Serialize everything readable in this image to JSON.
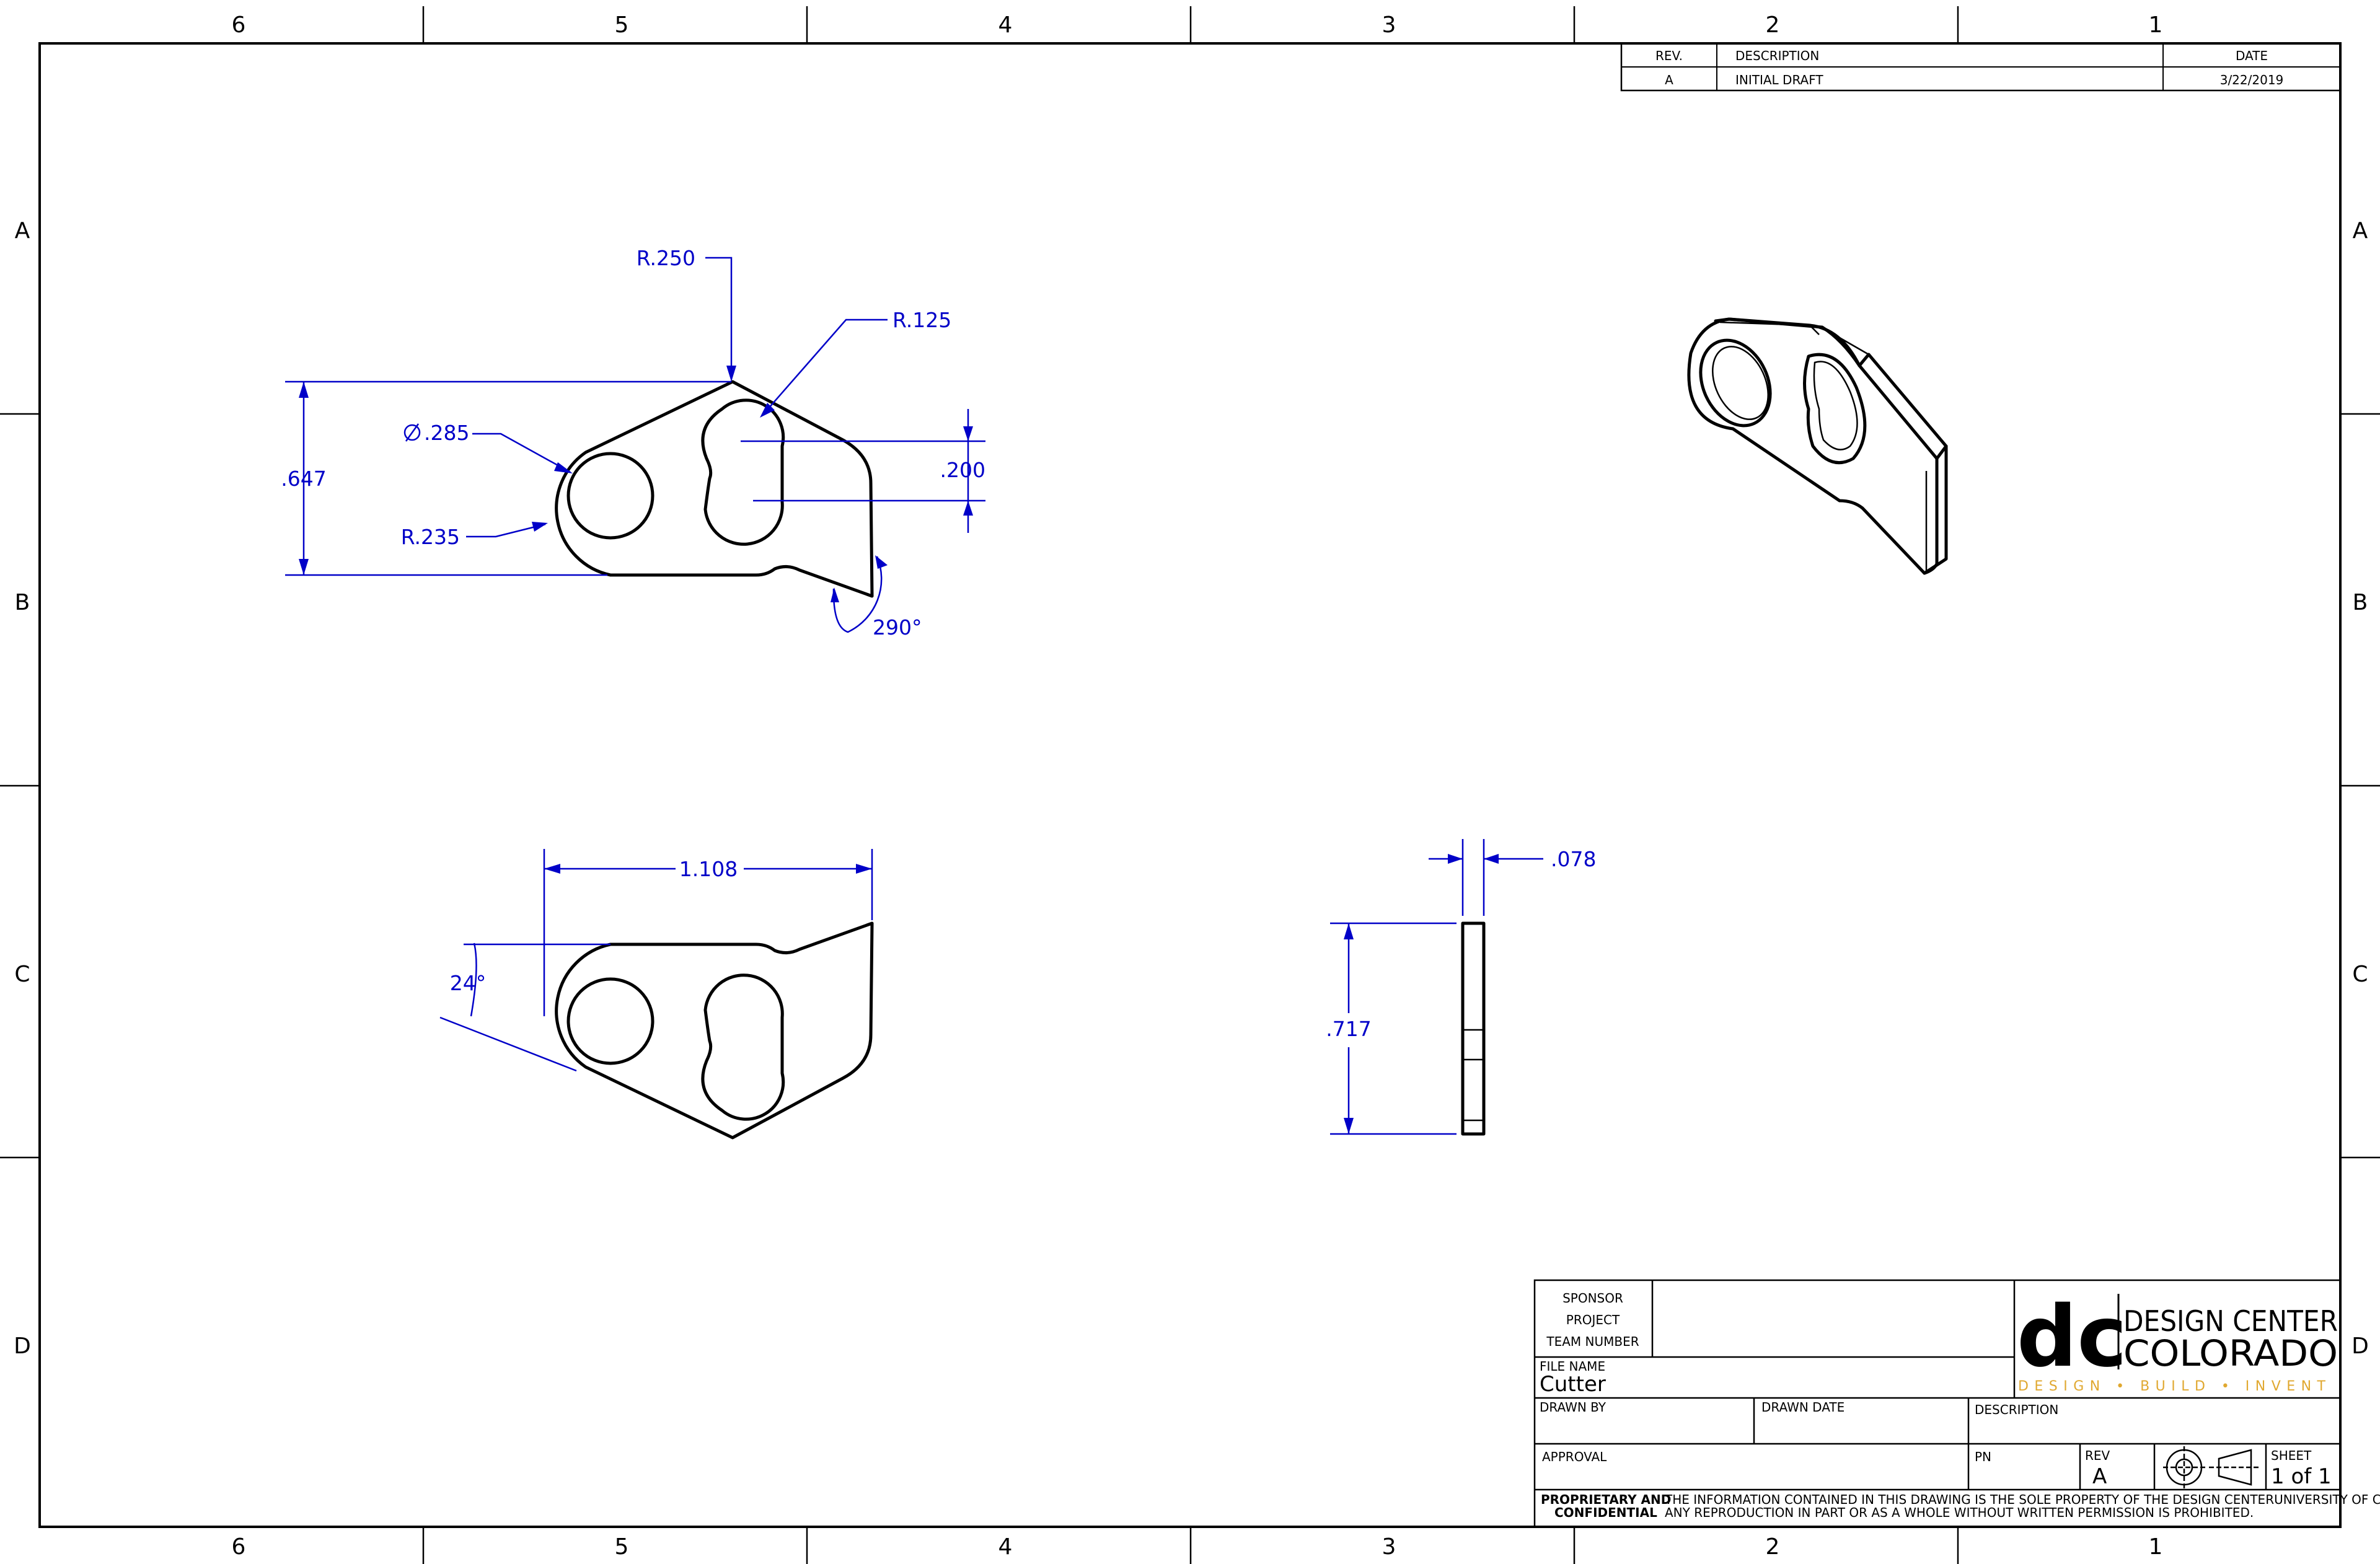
{
  "zones": {
    "columns": [
      "6",
      "5",
      "4",
      "3",
      "2",
      "1"
    ],
    "rows": [
      "A",
      "B",
      "C",
      "D"
    ]
  },
  "revision_block": {
    "headers": {
      "rev": "REV.",
      "description": "DESCRIPTION",
      "date": "DATE"
    },
    "rows": [
      {
        "rev": "A",
        "description": "INITIAL DRAFT",
        "date": "3/22/2019"
      }
    ]
  },
  "dimensions": {
    "top_view": {
      "r250": "R.250",
      "r125": "R.125",
      "dia285": ".285",
      "h647": ".647",
      "r235": "R.235",
      "d200": ".200",
      "ang290": "290°"
    },
    "front_view": {
      "w1108": "1.108",
      "ang24": "24°"
    },
    "side_view": {
      "t078": ".078",
      "h717": ".717"
    }
  },
  "title_block": {
    "sponsor_label": "SPONSOR",
    "project_label": "PROJECT",
    "team_number_label": "TEAM NUMBER",
    "file_name_label": "FILE NAME",
    "file_name_value": "Cutter",
    "drawn_by_label": "DRAWN BY",
    "drawn_date_label": "DRAWN DATE",
    "description_label": "DESCRIPTION",
    "approval_label": "APPROVAL",
    "pn_label": "PN",
    "rev_label": "REV",
    "rev_value": "A",
    "sheet_label": "SHEET",
    "sheet_value": "1 of 1",
    "proprietary_line1": "PROPRIETARY AND",
    "proprietary_line2": "CONFIDENTIAL",
    "notice_line1": "THE INFORMATION CONTAINED IN THIS DRAWING IS THE SOLE PROPERTY OF THE DESIGN CENTERUNIVERSITY OF COLORADO.",
    "notice_line2": "ANY REPRODUCTION IN PART OR AS A WHOLE WITHOUT WRITTEN PERMISSION IS PROHIBITED."
  },
  "logo": {
    "mark": "dc",
    "line1": "DESIGN CENTER",
    "line2": "COLORADO",
    "tagline": "DESIGN • BUILD • INVENT",
    "tagline_color": "#e0a830"
  },
  "colors": {
    "dimension": "#0000c8",
    "line": "#000000"
  }
}
